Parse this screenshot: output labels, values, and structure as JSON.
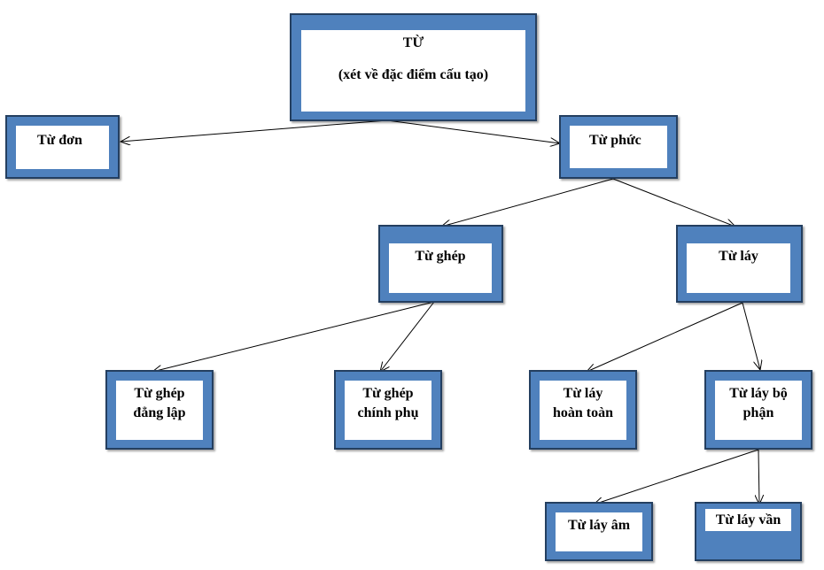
{
  "nodes": {
    "root": {
      "title": "TỪ",
      "subtitle": "(xét về đặc điểm cấu tạo)"
    },
    "tu_don": {
      "label": "Từ đơn"
    },
    "tu_phuc": {
      "label": "Từ phức"
    },
    "tu_ghep": {
      "label": "Từ ghép"
    },
    "tu_lay": {
      "label": "Từ láy"
    },
    "ghep_dang_lap": {
      "line1": "Từ ghép",
      "line2": "đẳng lập"
    },
    "ghep_chinh_phu": {
      "line1": "Từ ghép",
      "line2": "chính phụ"
    },
    "lay_hoan_toan": {
      "line1": "Từ láy",
      "line2": "hoàn toàn"
    },
    "lay_bo_phan": {
      "line1": "Từ láy bộ",
      "line2": "phận"
    },
    "lay_am": {
      "label": "Từ láy âm"
    },
    "lay_van": {
      "label": "Từ láy vần"
    }
  },
  "colors": {
    "box_fill": "#4f81bd",
    "box_border": "#243f60",
    "arrow": "#000000"
  }
}
